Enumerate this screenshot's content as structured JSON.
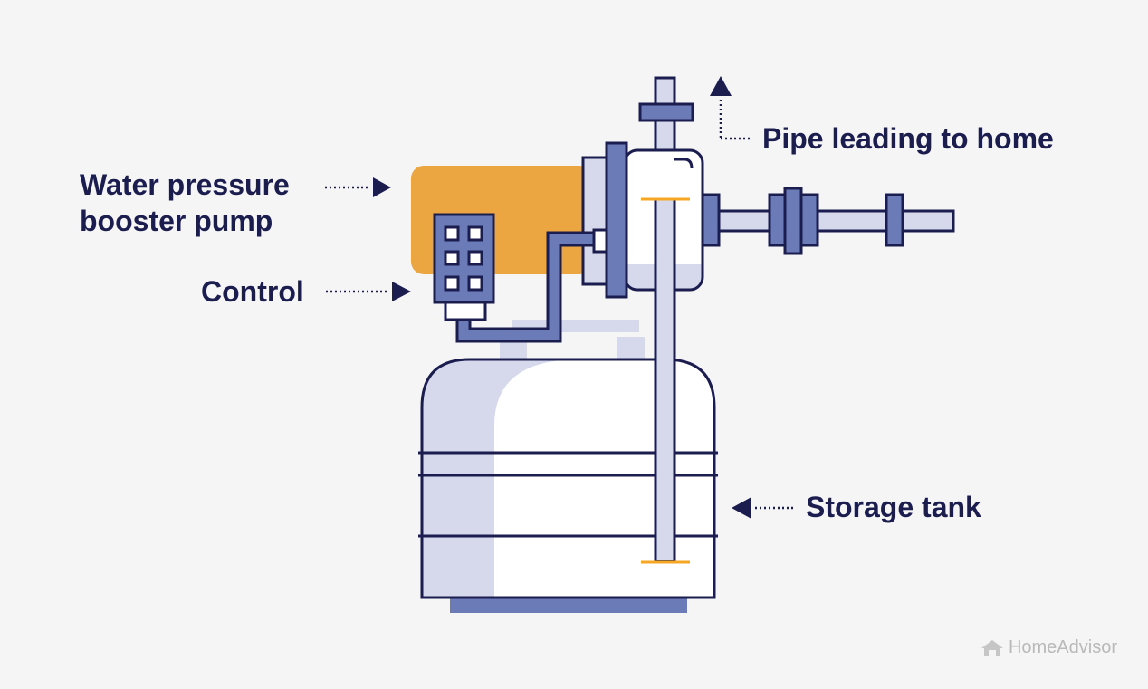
{
  "labels": {
    "pump_line1": "Water pressure",
    "pump_line2": "booster pump",
    "control": "Control",
    "pipe": "Pipe leading to home",
    "tank": "Storage tank"
  },
  "brand": {
    "name": "HomeAdvisor",
    "icon": "house-icon"
  },
  "colors": {
    "background": "#f5f5f5",
    "outline": "#1c1d4f",
    "pipe_fill": "#6b7bb8",
    "light_fill": "#d6d9ec",
    "motor": "#eba642",
    "accent": "#f5a623",
    "white": "#ffffff"
  }
}
